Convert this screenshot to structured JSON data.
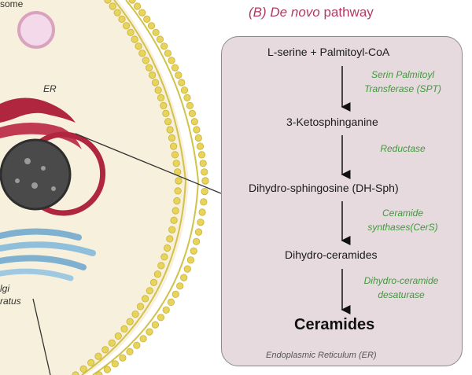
{
  "title": {
    "prefix": "(B)",
    "italic": "De novo",
    "rest": "pathway"
  },
  "steps": [
    "L-serine + Palmitoyl-CoA",
    "3-Ketosphinganine",
    "Dihydro-sphingosine (DH-Sph)",
    "Dihydro-ceramides"
  ],
  "enzymes": [
    {
      "line1": "Serin Palmitoyl",
      "line2": "Transferase (SPT)"
    },
    {
      "line1": "Reductase",
      "line2": ""
    },
    {
      "line1": "Ceramide",
      "line2": "synthases(CerS)"
    },
    {
      "line1": "Dihydro-ceramide",
      "line2": "desaturase"
    }
  ],
  "product": "Ceramides",
  "panel_footer": "Endoplasmic Reticulum (ER)",
  "cell_labels": {
    "lysosome_partial": "some",
    "er": "ER",
    "golgi_line1": "lgi",
    "golgi_line2": "ratus"
  },
  "colors": {
    "title": "#b23a66",
    "enzyme": "#3f9a3a",
    "panel_fill": "#e6dadf",
    "membrane": "#e8d45a",
    "er": "#b0263e",
    "golgi": "#7fb0cf",
    "nucleus": "#4a4a4a"
  }
}
